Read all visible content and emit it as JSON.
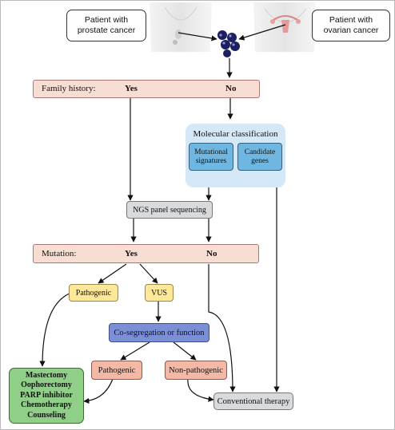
{
  "patients": {
    "prostate": "Patient with\nprostate cancer",
    "ovarian": "Patient with\novarian cancer"
  },
  "family_history": {
    "label": "Family history:",
    "yes": "Yes",
    "no": "No"
  },
  "molecular": {
    "title": "Molecular classification",
    "mutational": "Mutational\nsignatures",
    "candidate": "Candidate\ngenes"
  },
  "ngs": "NGS panel sequencing",
  "mutation": {
    "label": "Mutation:",
    "yes": "Yes",
    "no": "No"
  },
  "pathogenic": "Pathogenic",
  "vus": "VUS",
  "coseg": "Co-segregation or function",
  "pathogenic2": "Pathogenic",
  "nonpathogenic": "Non-pathogenic",
  "treatments": [
    "Mastectomy",
    "Oophorectomy",
    "PARP inhibitor",
    "Chemotherapy",
    "Counseling"
  ],
  "conventional": "Conventional therapy",
  "colors": {
    "bar": "#f7ddd2",
    "molecular_bg": "#d4e8f7",
    "blue_box": "#6fb6e0",
    "gray_box": "#d9dadb",
    "yellow_box": "#fde79a",
    "purple_box": "#7c8fd6",
    "salmon_box": "#f4b9a6",
    "green_box": "#8fcf87",
    "cell": "#1c2060"
  }
}
